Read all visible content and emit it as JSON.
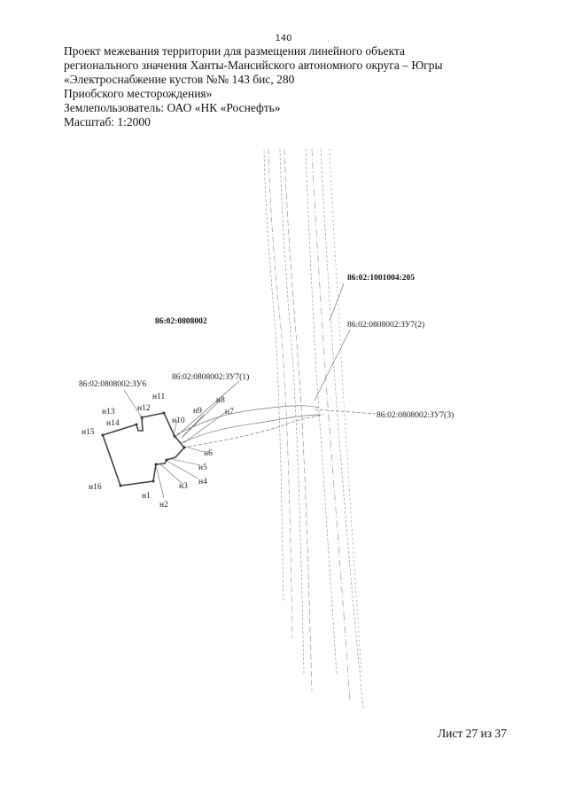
{
  "page_number": "140",
  "header": {
    "line1": "Проект межевания территории для размещения линейного объекта",
    "line2": "регионального значения Ханты-Мансийского автономного округа – Югры",
    "line3": "«Электроснабжение кустов №№ 143 бис, 280",
    "line4": "Приобского месторождения»",
    "line5": "Землепользователь: ОАО «НК «Роснефть»",
    "line6": "Масштаб: 1:2000"
  },
  "map": {
    "cadastral_labels": {
      "block_808002": "86:02:0808002",
      "parcel_1001004_205": "86:02:1001004:205",
      "zu7_2": "86:02:0808002:ЗУ7(2)",
      "zu7_1": "86:02:0808002:ЗУ7(1)",
      "zu6": "86:02:0808002:ЗУ6",
      "zu7_3": "86:02:0808002:ЗУ7(3)"
    },
    "points": {
      "n1": "н1",
      "n2": "н2",
      "n3": "н3",
      "n4": "н4",
      "n5": "н5",
      "n6": "н6",
      "n7": "н7",
      "n8": "н8",
      "n9": "н9",
      "n10": "н10",
      "n11": "н11",
      "n12": "н12",
      "n13": "н13",
      "n14": "н14",
      "n15": "н15",
      "n16": "н16"
    }
  },
  "footer": {
    "sheet": "Лист 27 из 37"
  }
}
